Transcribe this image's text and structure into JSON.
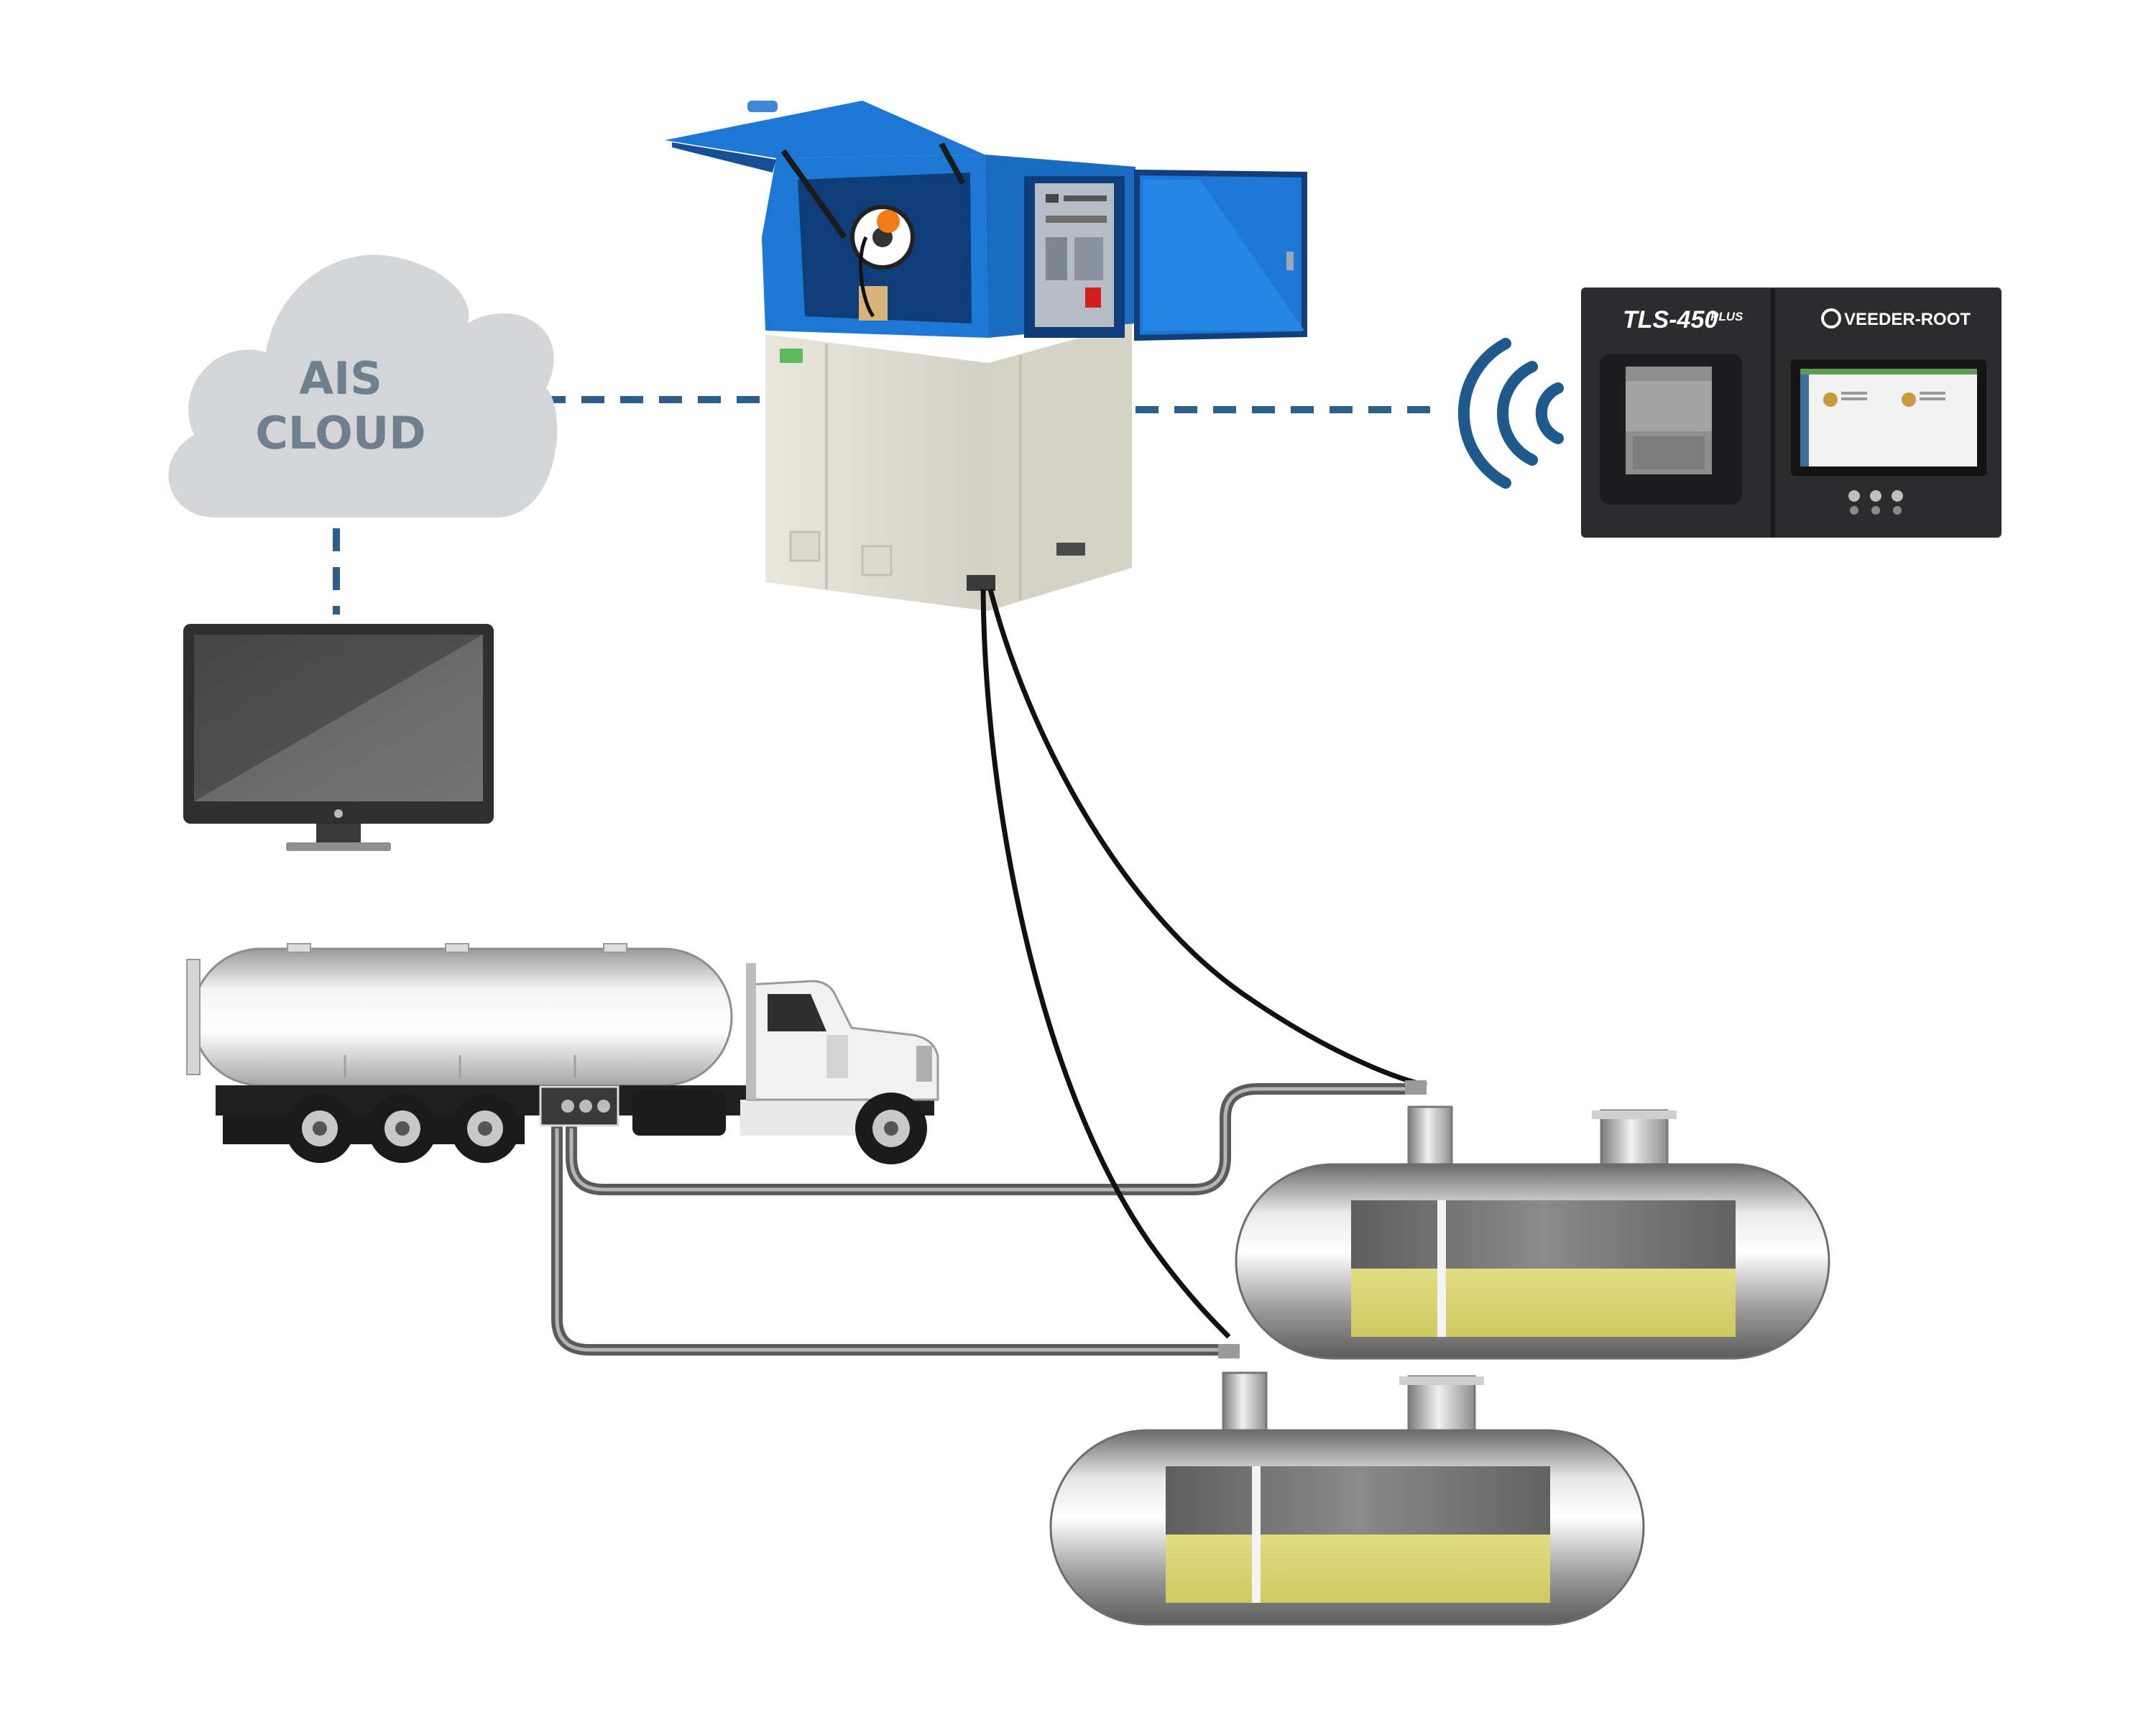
{
  "cloud": {
    "line1": "AIS",
    "line2": "CLOUD"
  },
  "console": {
    "model": "TLS-450",
    "model_suffix": "PLUS",
    "brand": "VEEDER-ROOT"
  },
  "colors": {
    "cloud": "#d4d5d7",
    "cloud_text": "#6f7f8d",
    "link_dashed": "#2c5f8c",
    "wireless": "#1f5a8c",
    "kiosk_blue": "#1c78d4",
    "kiosk_navy": "#123f7a",
    "kiosk_body": "#e3e1d6",
    "monitor_frame": "#333333",
    "console_body": "#2c2c2e",
    "tank_fuel": "#d6cf6a",
    "pipe": "#5a5a5a",
    "cable": "#111111"
  },
  "icons": [
    "cloud-icon",
    "monitor-icon",
    "wireless-icon",
    "fuel-management-kiosk",
    "tank-gauge-console",
    "tanker-truck",
    "underground-tank"
  ]
}
